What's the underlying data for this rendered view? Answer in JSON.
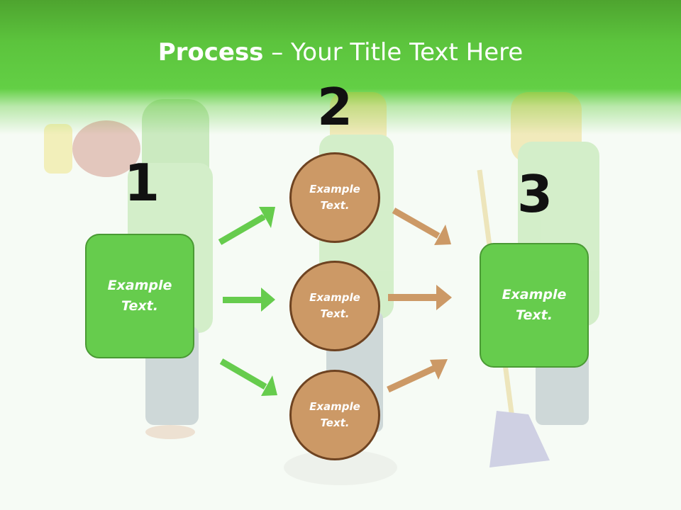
{
  "slide": {
    "title_bold": "Process",
    "title_rest": " – Your Title Text Here"
  },
  "steps": {
    "step1": {
      "number": "1",
      "line1": "Example",
      "line2": "Text."
    },
    "step2": {
      "number": "2"
    },
    "step3": {
      "number": "3",
      "line1": "Example",
      "line2": "Text."
    }
  },
  "circles": [
    {
      "line1": "Example",
      "line2": "Text."
    },
    {
      "line1": "Example",
      "line2": "Text."
    },
    {
      "line1": "Example",
      "line2": "Text."
    }
  ],
  "colors": {
    "header_green": "#5cc43d",
    "box_green": "#66cc4d",
    "circle_tan": "#cc9966",
    "arrow_green": "#66cc4d",
    "arrow_tan": "#cc9966"
  }
}
